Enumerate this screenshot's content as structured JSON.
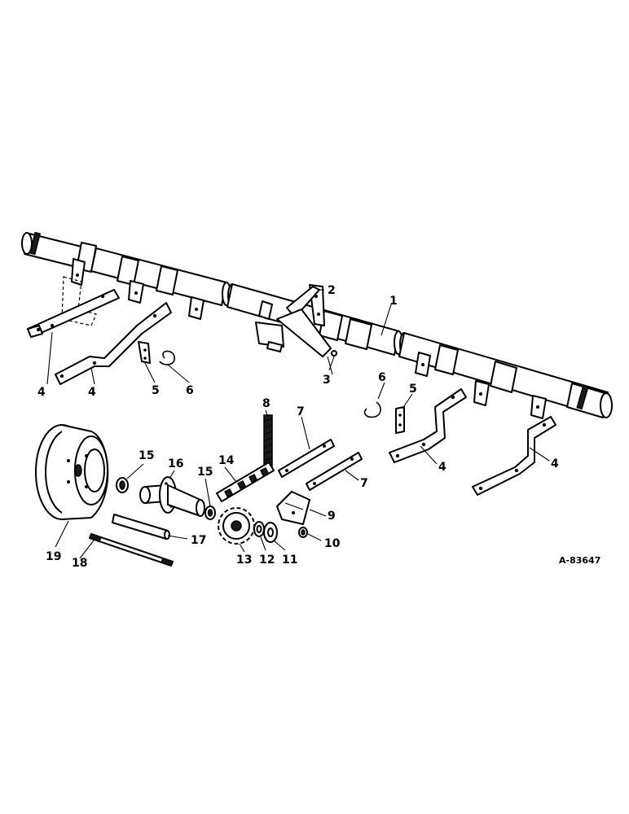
{
  "drawing_code": "A-83647",
  "callouts": {
    "c1": "1",
    "c2": "2",
    "c3": "3",
    "c4a": "4",
    "c4b": "4",
    "c4c": "4",
    "c4d": "4",
    "c5a": "5",
    "c5b": "5",
    "c6a": "6",
    "c6b": "6",
    "c7a": "7",
    "c7b": "7",
    "c8": "8",
    "c9": "9",
    "c10": "10",
    "c11": "11",
    "c12": "12",
    "c13": "13",
    "c14": "14",
    "c15a": "15",
    "c15b": "15",
    "c16": "16",
    "c17": "17",
    "c18": "18",
    "c19": "19"
  }
}
